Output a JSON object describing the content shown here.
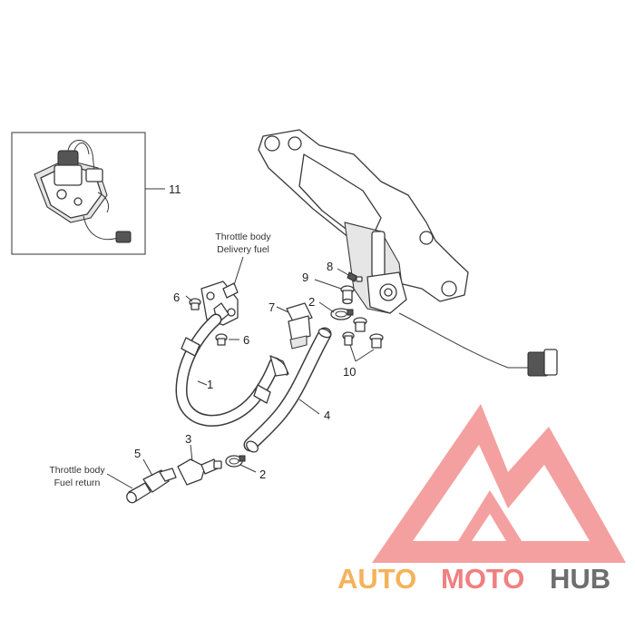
{
  "notes": {
    "delivery_line1": "Throttle body",
    "delivery_line2": "Delivery fuel",
    "return_line1": "Throttle body",
    "return_line2": "Fuel return"
  },
  "callouts": {
    "c1": "1",
    "c2a": "2",
    "c2b": "2",
    "c3": "3",
    "c4": "4",
    "c5": "5",
    "c6a": "6",
    "c6b": "6",
    "c7": "7",
    "c8": "8",
    "c9": "9",
    "c10": "10",
    "c11": "11"
  },
  "watermark": {
    "text_auto": "AUTO",
    "text_moto": "MOTO",
    "text_hub": "HUB",
    "color_logo": "#f08080",
    "color_auto": "#f5b25a",
    "color_moto": "#f08080",
    "color_hub": "#6e6e6e"
  }
}
